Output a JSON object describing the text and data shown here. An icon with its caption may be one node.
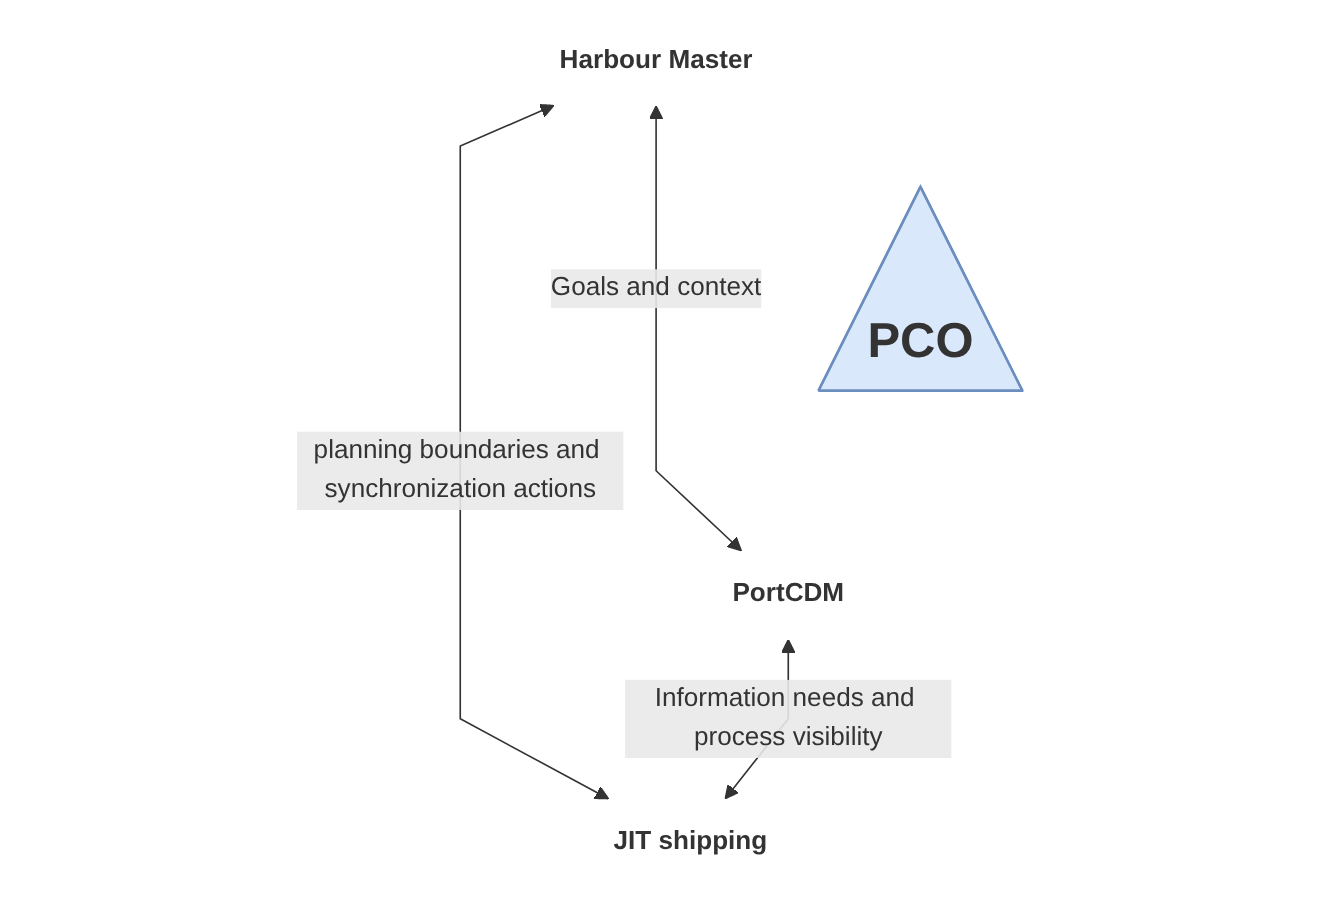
{
  "diagram": {
    "nodes": [
      {
        "text": [
          "Harbour Master"
        ]
      },
      {
        "text": [
          "PCO"
        ]
      },
      {
        "text": [
          "PortCDM"
        ]
      },
      {
        "text": [
          "JIT shipping"
        ]
      }
    ],
    "edges": [
      {
        "from": 0,
        "to": 2,
        "arrow": "both",
        "label": "Goals and context"
      },
      {
        "from": 0,
        "to": 3,
        "arrow": "both",
        "label": "planning boundaries and synchronization actions"
      },
      {
        "from": 2,
        "to": 3,
        "arrow": "both",
        "label": "Information needs and process visibility"
      }
    ]
  }
}
